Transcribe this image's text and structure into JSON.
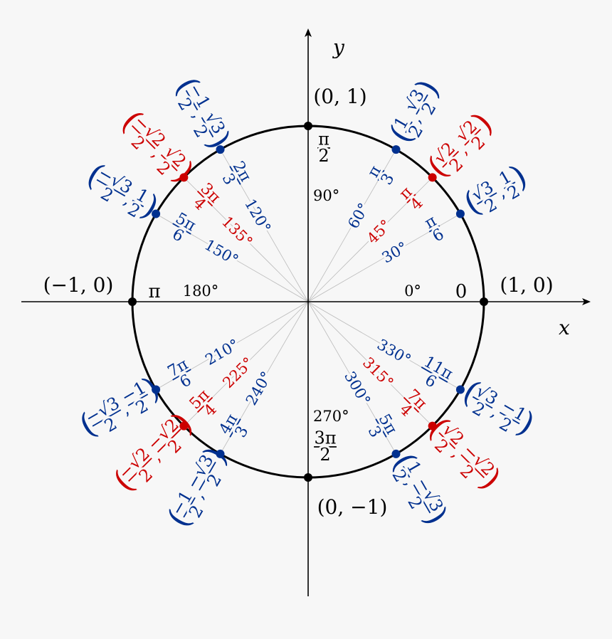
{
  "colors": {
    "background": "#f7f7f7",
    "blue": "#00308f",
    "red": "#cc0000",
    "black": "#000000",
    "ray": "#bbbbbb"
  },
  "axes": {
    "x_label": "x",
    "y_label": "y"
  },
  "axis_points": [
    {
      "angle": 0,
      "degree": "0°",
      "radian": "0",
      "coord": "(1, 0)"
    },
    {
      "angle": 90,
      "degree": "90°",
      "radian": {
        "num": "π",
        "den": "2"
      },
      "coord": "(0, 1)"
    },
    {
      "angle": 180,
      "degree": "180°",
      "radian": "π",
      "coord": "(−1, 0)"
    },
    {
      "angle": 270,
      "degree": "270°",
      "radian": {
        "num": "3π",
        "den": "2"
      },
      "coord": "(0, −1)"
    }
  ],
  "angles": [
    {
      "angle": 30,
      "color": "blue",
      "degree": "30°",
      "radian": {
        "num": "π",
        "den": "6"
      },
      "coord": [
        {
          "num": "√3",
          "den": "2"
        },
        {
          "num": "1",
          "den": "2"
        }
      ]
    },
    {
      "angle": 45,
      "color": "red",
      "degree": "45°",
      "radian": {
        "num": "π",
        "den": "4"
      },
      "coord": [
        {
          "num": "√2",
          "den": "2"
        },
        {
          "num": "√2",
          "den": "2"
        }
      ]
    },
    {
      "angle": 60,
      "color": "blue",
      "degree": "60°",
      "radian": {
        "num": "π",
        "den": "3"
      },
      "coord": [
        {
          "num": "1",
          "den": "2"
        },
        {
          "num": "√3",
          "den": "2"
        }
      ]
    },
    {
      "angle": 120,
      "color": "blue",
      "degree": "120°",
      "radian": {
        "num": "2π",
        "den": "3"
      },
      "coord": [
        {
          "num": "−1",
          "den": "2"
        },
        {
          "num": "√3",
          "den": "2"
        }
      ]
    },
    {
      "angle": 135,
      "color": "red",
      "degree": "135°",
      "radian": {
        "num": "3π",
        "den": "4"
      },
      "coord": [
        {
          "num": "−√2",
          "den": "2"
        },
        {
          "num": "√2",
          "den": "2"
        }
      ]
    },
    {
      "angle": 150,
      "color": "blue",
      "degree": "150°",
      "radian": {
        "num": "5π",
        "den": "6"
      },
      "coord": [
        {
          "num": "−√3",
          "den": "2"
        },
        {
          "num": "1",
          "den": "2"
        }
      ]
    },
    {
      "angle": 210,
      "color": "blue",
      "degree": "210°",
      "radian": {
        "num": "7π",
        "den": "6"
      },
      "coord": [
        {
          "num": "−√3",
          "den": "2"
        },
        {
          "num": "−1",
          "den": "2"
        }
      ]
    },
    {
      "angle": 225,
      "color": "red",
      "degree": "225°",
      "radian": {
        "num": "5π",
        "den": "4"
      },
      "coord": [
        {
          "num": "−√2",
          "den": "2"
        },
        {
          "num": "−√2",
          "den": "2"
        }
      ]
    },
    {
      "angle": 240,
      "color": "blue",
      "degree": "240°",
      "radian": {
        "num": "4π",
        "den": "3"
      },
      "coord": [
        {
          "num": "−1",
          "den": "2"
        },
        {
          "num": "−√3",
          "den": "2"
        }
      ]
    },
    {
      "angle": 300,
      "color": "blue",
      "degree": "300°",
      "radian": {
        "num": "5π",
        "den": "3"
      },
      "coord": [
        {
          "num": "1",
          "den": "2"
        },
        {
          "num": "−√3",
          "den": "2"
        }
      ]
    },
    {
      "angle": 315,
      "color": "red",
      "degree": "315°",
      "radian": {
        "num": "7π",
        "den": "4"
      },
      "coord": [
        {
          "num": "√2",
          "den": "2"
        },
        {
          "num": "−√2",
          "den": "2"
        }
      ]
    },
    {
      "angle": 330,
      "color": "blue",
      "degree": "330°",
      "radian": {
        "num": "11π",
        "den": "6"
      },
      "coord": [
        {
          "num": "√3",
          "den": "2"
        },
        {
          "num": "−1",
          "den": "2"
        }
      ]
    }
  ]
}
